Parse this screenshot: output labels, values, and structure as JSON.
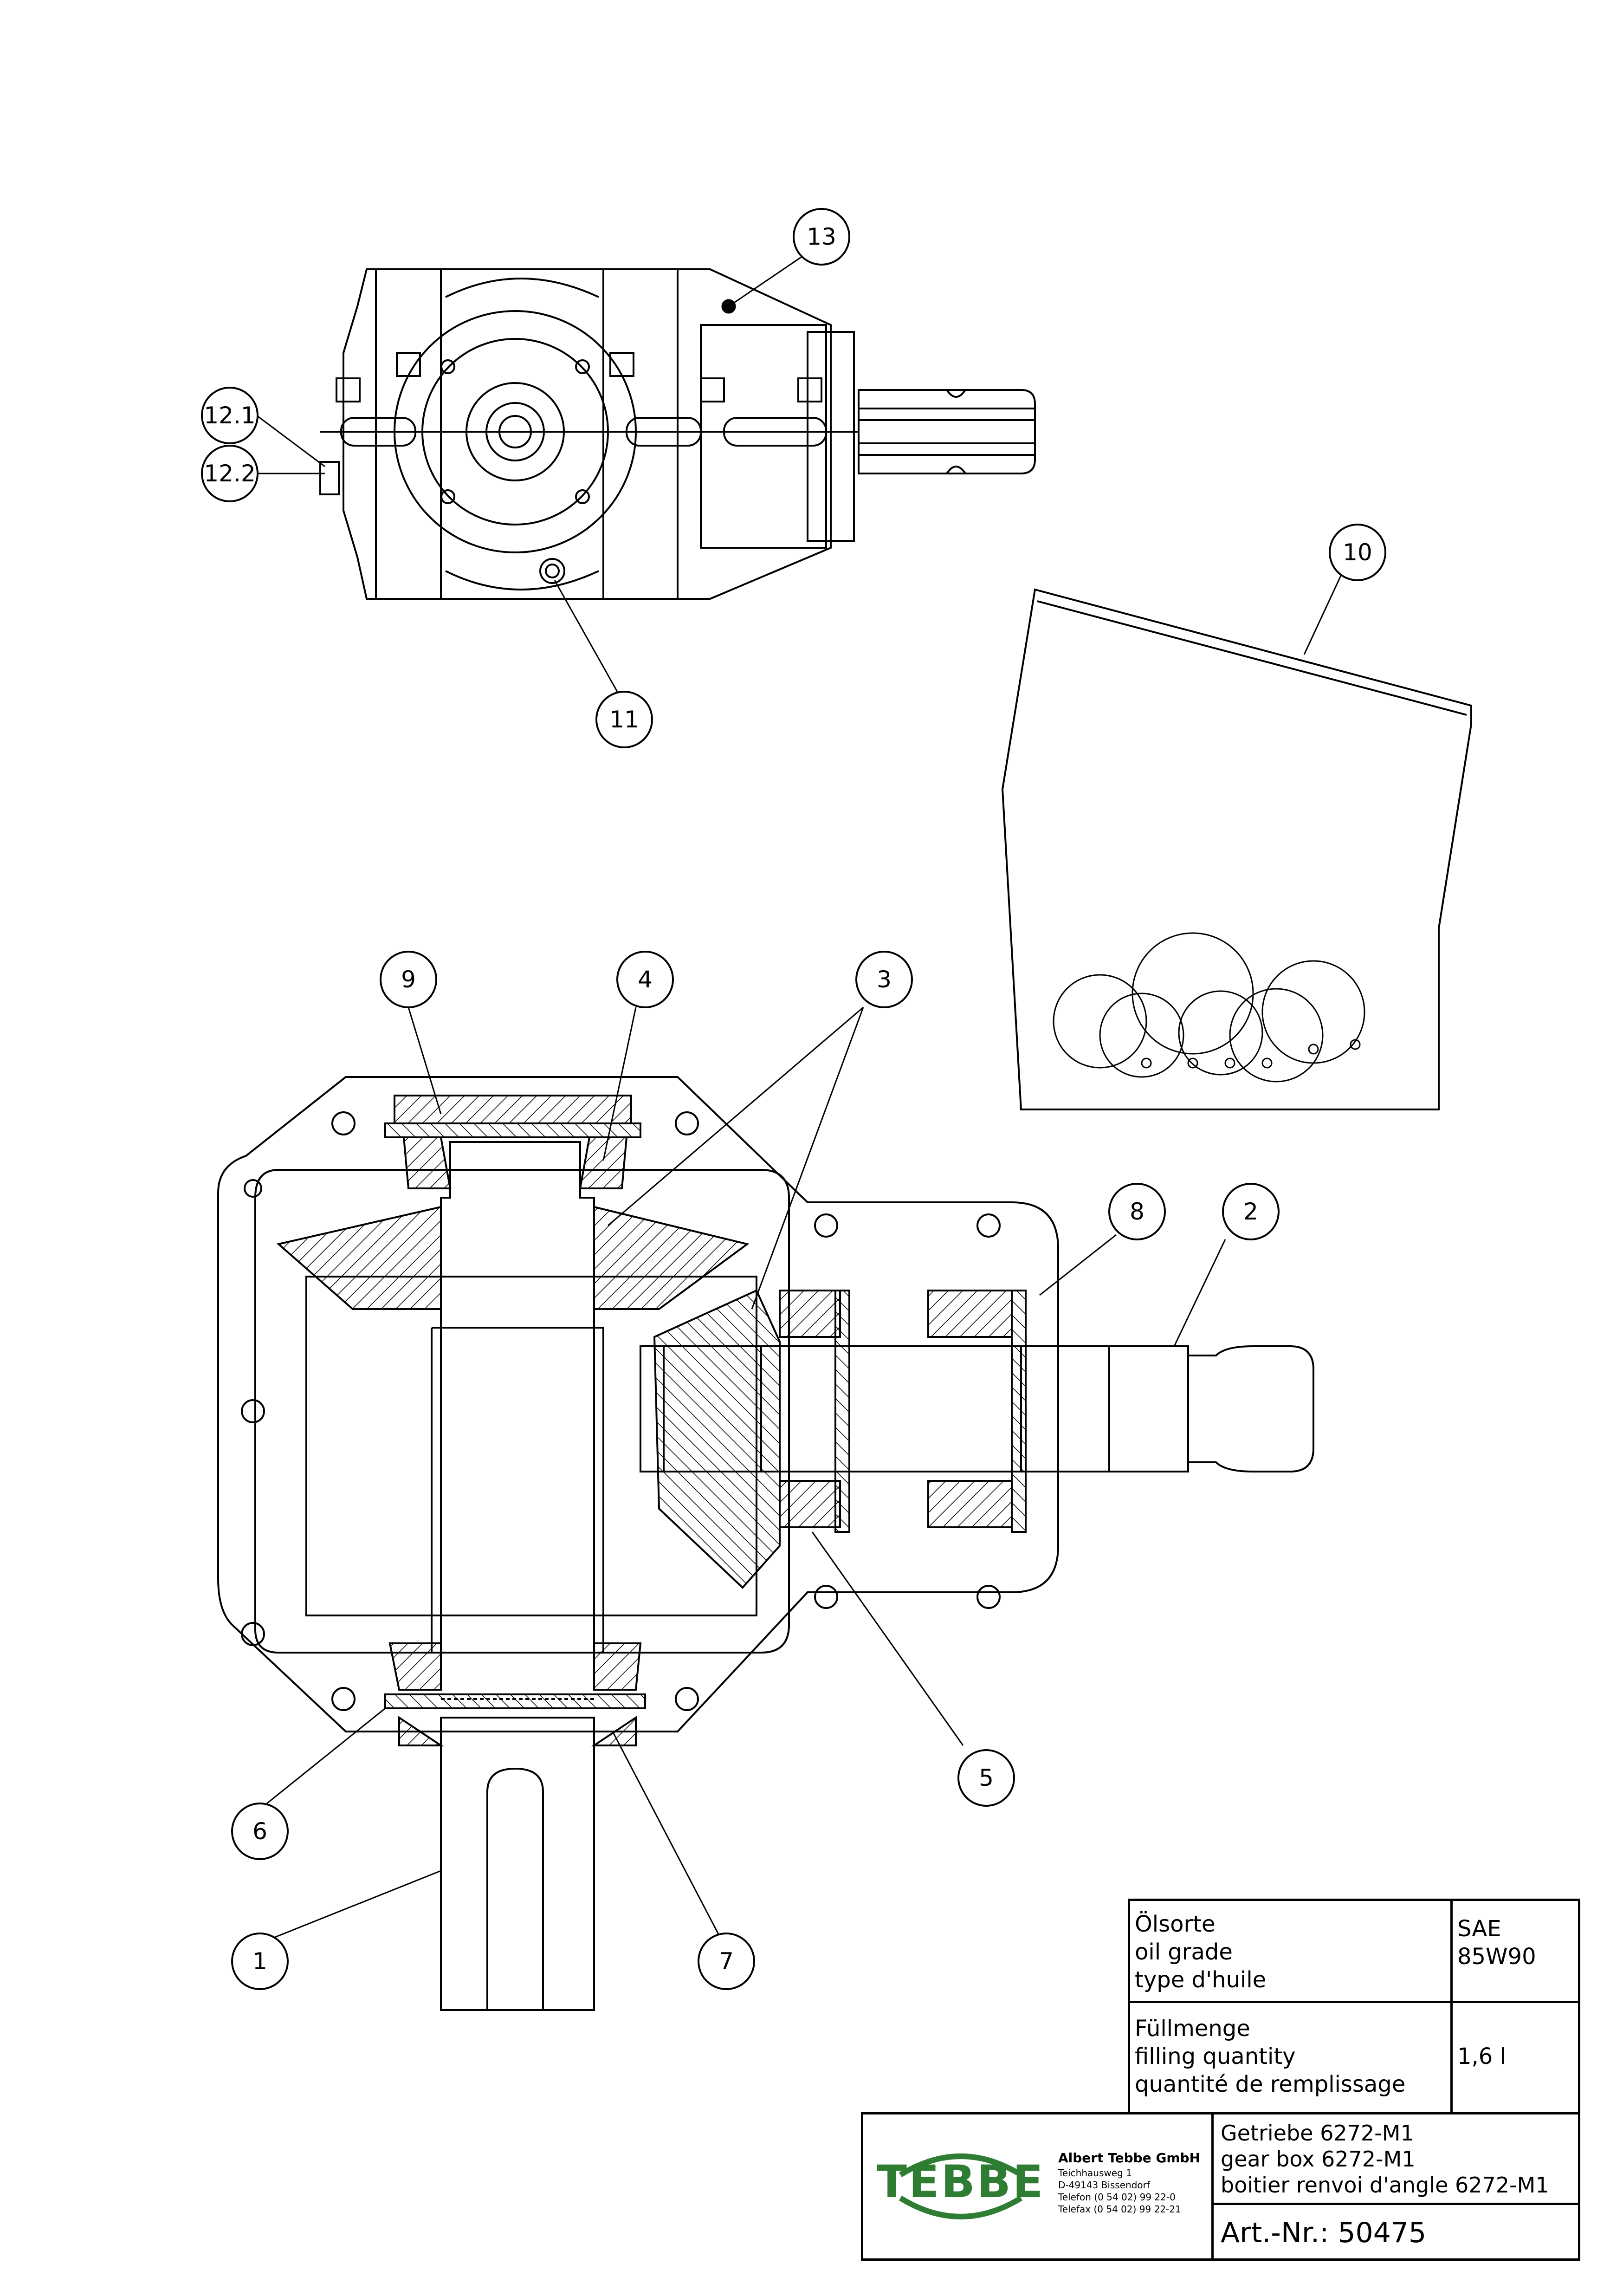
{
  "callouts": {
    "c1": "1",
    "c2": "2",
    "c3": "3",
    "c4": "4",
    "c5": "5",
    "c6": "6",
    "c7": "7",
    "c8": "8",
    "c9": "9",
    "c10": "10",
    "c11": "11",
    "c12_1": "12.1",
    "c12_2": "12.2",
    "c13": "13"
  },
  "oil_table": {
    "oil_grade_labels": [
      "Ölsorte",
      "oil grade",
      "type d'huile"
    ],
    "oil_grade_value": [
      "SAE",
      "85W90"
    ],
    "filling_labels": [
      "Füllmenge",
      "filling quantity",
      "quantité de remplissage"
    ],
    "filling_value": "1,6 l"
  },
  "title_block": {
    "logo_text": "TEBBE",
    "company": "Albert Tebbe GmbH",
    "address": [
      "Teichhausweg 1",
      "D-49143 Bissendorf",
      "Telefon (0 54 02) 99 22-0",
      "Telefax (0 54 02) 99 22-21"
    ],
    "description": [
      "Getriebe 6272-M1",
      "gear box 6272-M1",
      "boitier renvoi d'angle 6272-M1"
    ],
    "article_number": "Art.-Nr.: 50475"
  },
  "colors": {
    "line": "#000000",
    "logo_green": "#2e7d32"
  }
}
